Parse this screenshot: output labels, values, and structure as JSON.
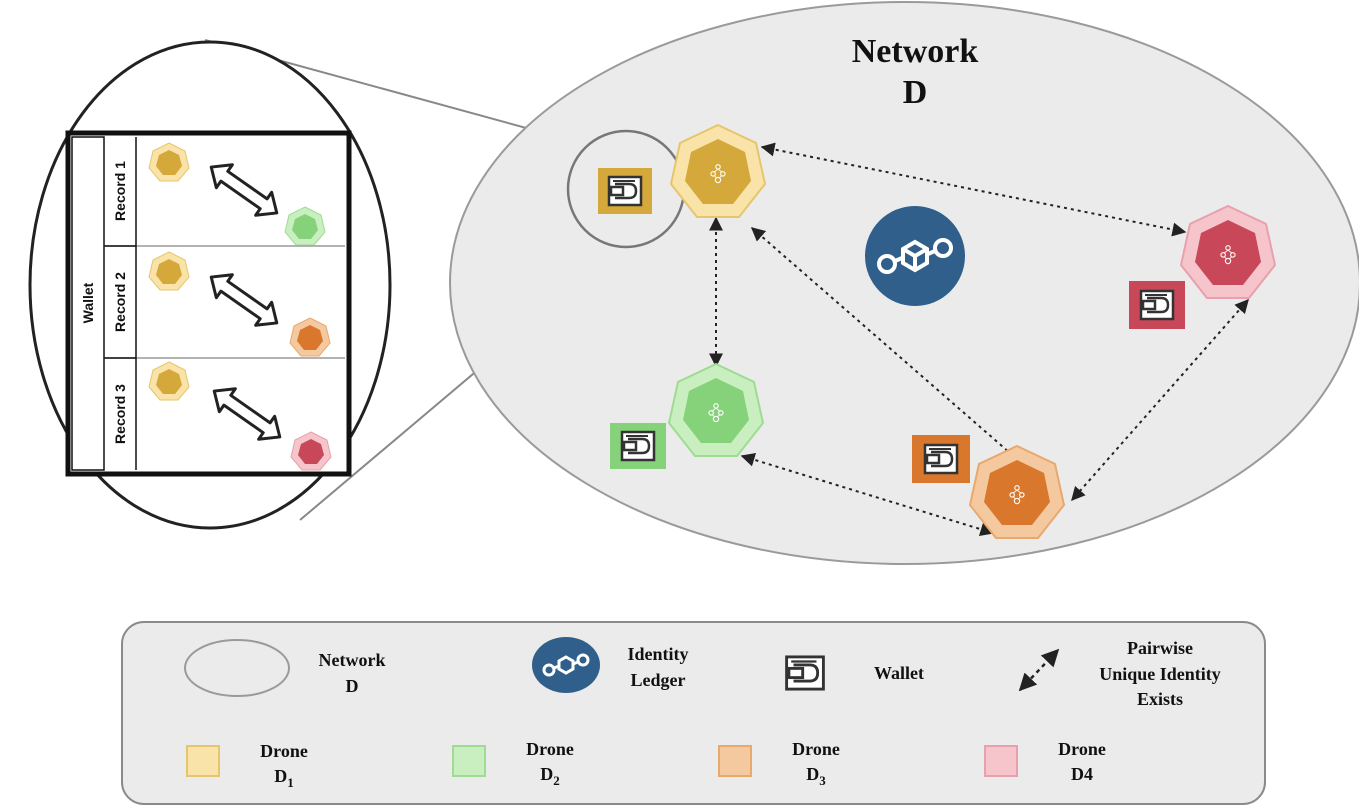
{
  "network": {
    "title_line1": "Network",
    "title_line2": "D"
  },
  "wallet_panel": {
    "wallet_label": "Wallet",
    "records": [
      "Record 1",
      "Record 2",
      "Record 3"
    ]
  },
  "legend": {
    "network_line1": "Network",
    "network_line2": "D",
    "ledger_line1": "Identity",
    "ledger_line2": "Ledger",
    "wallet": "Wallet",
    "pairwise_line1": "Pairwise",
    "pairwise_line2": "Unique Identity",
    "pairwise_line3": "Exists",
    "drones": [
      {
        "word": "Drone",
        "base": "D",
        "sub": "1"
      },
      {
        "word": "Drone",
        "base": "D",
        "sub": "2"
      },
      {
        "word": "Drone",
        "base": "D",
        "sub": "3"
      },
      {
        "word": "Drone",
        "base": "D",
        "sub": "4"
      }
    ]
  },
  "colors": {
    "network_fill": "#ebebeb",
    "network_stroke": "#9a9a9a",
    "ledger_blue": "#2f5f8a",
    "drone1_fill": "#f9e3a8",
    "drone1_dark": "#d4a83a",
    "drone2_fill": "#c9efc0",
    "drone2_dark": "#86d27a",
    "drone3_fill": "#f5c9a0",
    "drone3_dark": "#d9782c",
    "drone4_fill": "#f6c5cc",
    "drone4_dark": "#c8485a"
  },
  "icons": {
    "drone": "heptagon-drone-icon",
    "wallet": "wallet-icon",
    "ledger": "blockchain-ledger-icon",
    "link": "dashed-double-arrow"
  }
}
